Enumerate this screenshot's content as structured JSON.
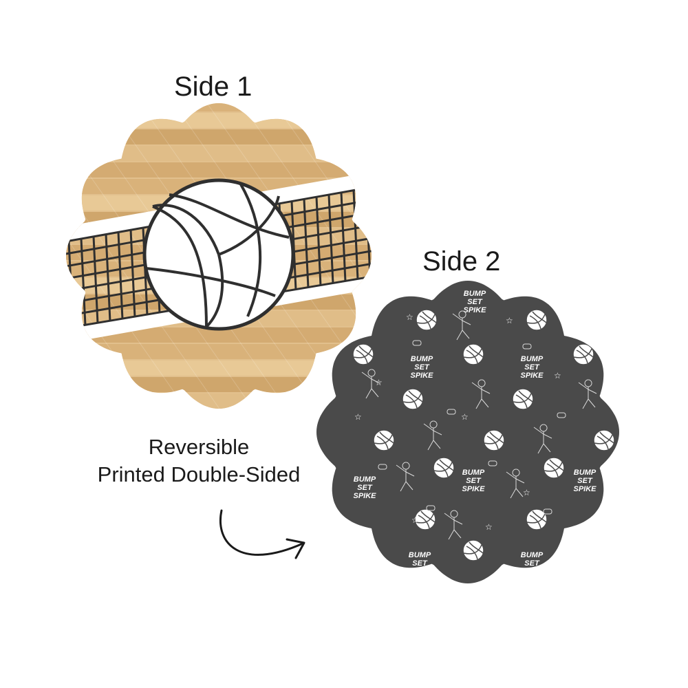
{
  "side1": {
    "title": "Side 1"
  },
  "side2": {
    "title": "Side 2",
    "pattern_text": [
      "BUMP",
      "SET",
      "SPIKE"
    ]
  },
  "caption": {
    "line1": "Reversible",
    "line2": "Printed Double-Sided"
  },
  "colors": {
    "wood_light": "#e2c08d",
    "wood_dark": "#c69a5e",
    "net": "#2f2f2f",
    "side2_bg": "#4a4a4a",
    "text": "#1a1a1a"
  },
  "icons": [
    "volleyball-icon",
    "net-icon",
    "curved-arrow-icon",
    "star-icon",
    "whistle-icon",
    "player-icon"
  ]
}
